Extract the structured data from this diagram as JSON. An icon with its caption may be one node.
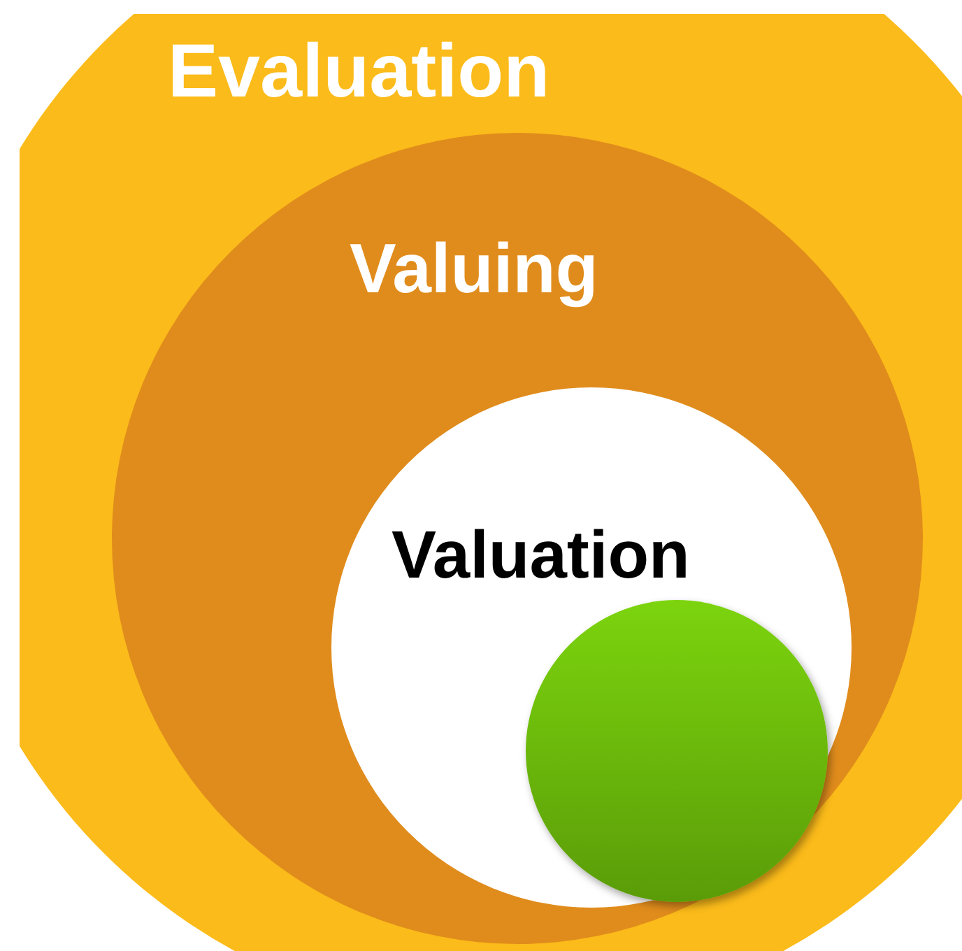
{
  "diagram": {
    "nodes": [
      {
        "text": [
          "Evaluation"
        ]
      },
      {
        "text": [
          "Valuing"
        ],
        "in": 0
      },
      {
        "text": [
          "Valuation"
        ],
        "in": 1
      },
      {
        "text": [],
        "shape": "circle",
        "in": 2
      }
    ]
  }
}
